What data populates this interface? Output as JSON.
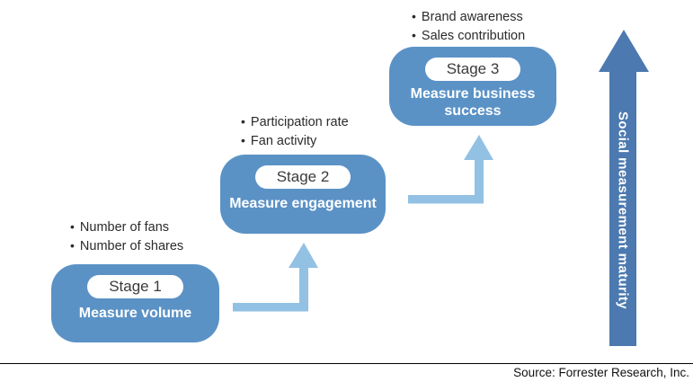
{
  "colors": {
    "stage_box_fill": "#5b92c6",
    "step_arrow": "#92c1e3",
    "maturity_arrow": "#4c79af",
    "pill_text": "#3b3b3b",
    "bullet_text": "#2b2b2b",
    "box_label_text": "#ffffff"
  },
  "stages": [
    {
      "pill": "Stage 1",
      "label": "Measure volume",
      "bullets": [
        "Number of fans",
        "Number of shares"
      ]
    },
    {
      "pill": "Stage 2",
      "label": "Measure engagement",
      "bullets": [
        "Participation rate",
        "Fan activity"
      ]
    },
    {
      "pill": "Stage 3",
      "label": "Measure business success",
      "bullets": [
        "Brand awareness",
        "Sales contribution"
      ]
    }
  ],
  "maturity_axis": {
    "label": "Social measurement maturity"
  },
  "footer": {
    "source": "Source: Forrester Research, Inc."
  }
}
